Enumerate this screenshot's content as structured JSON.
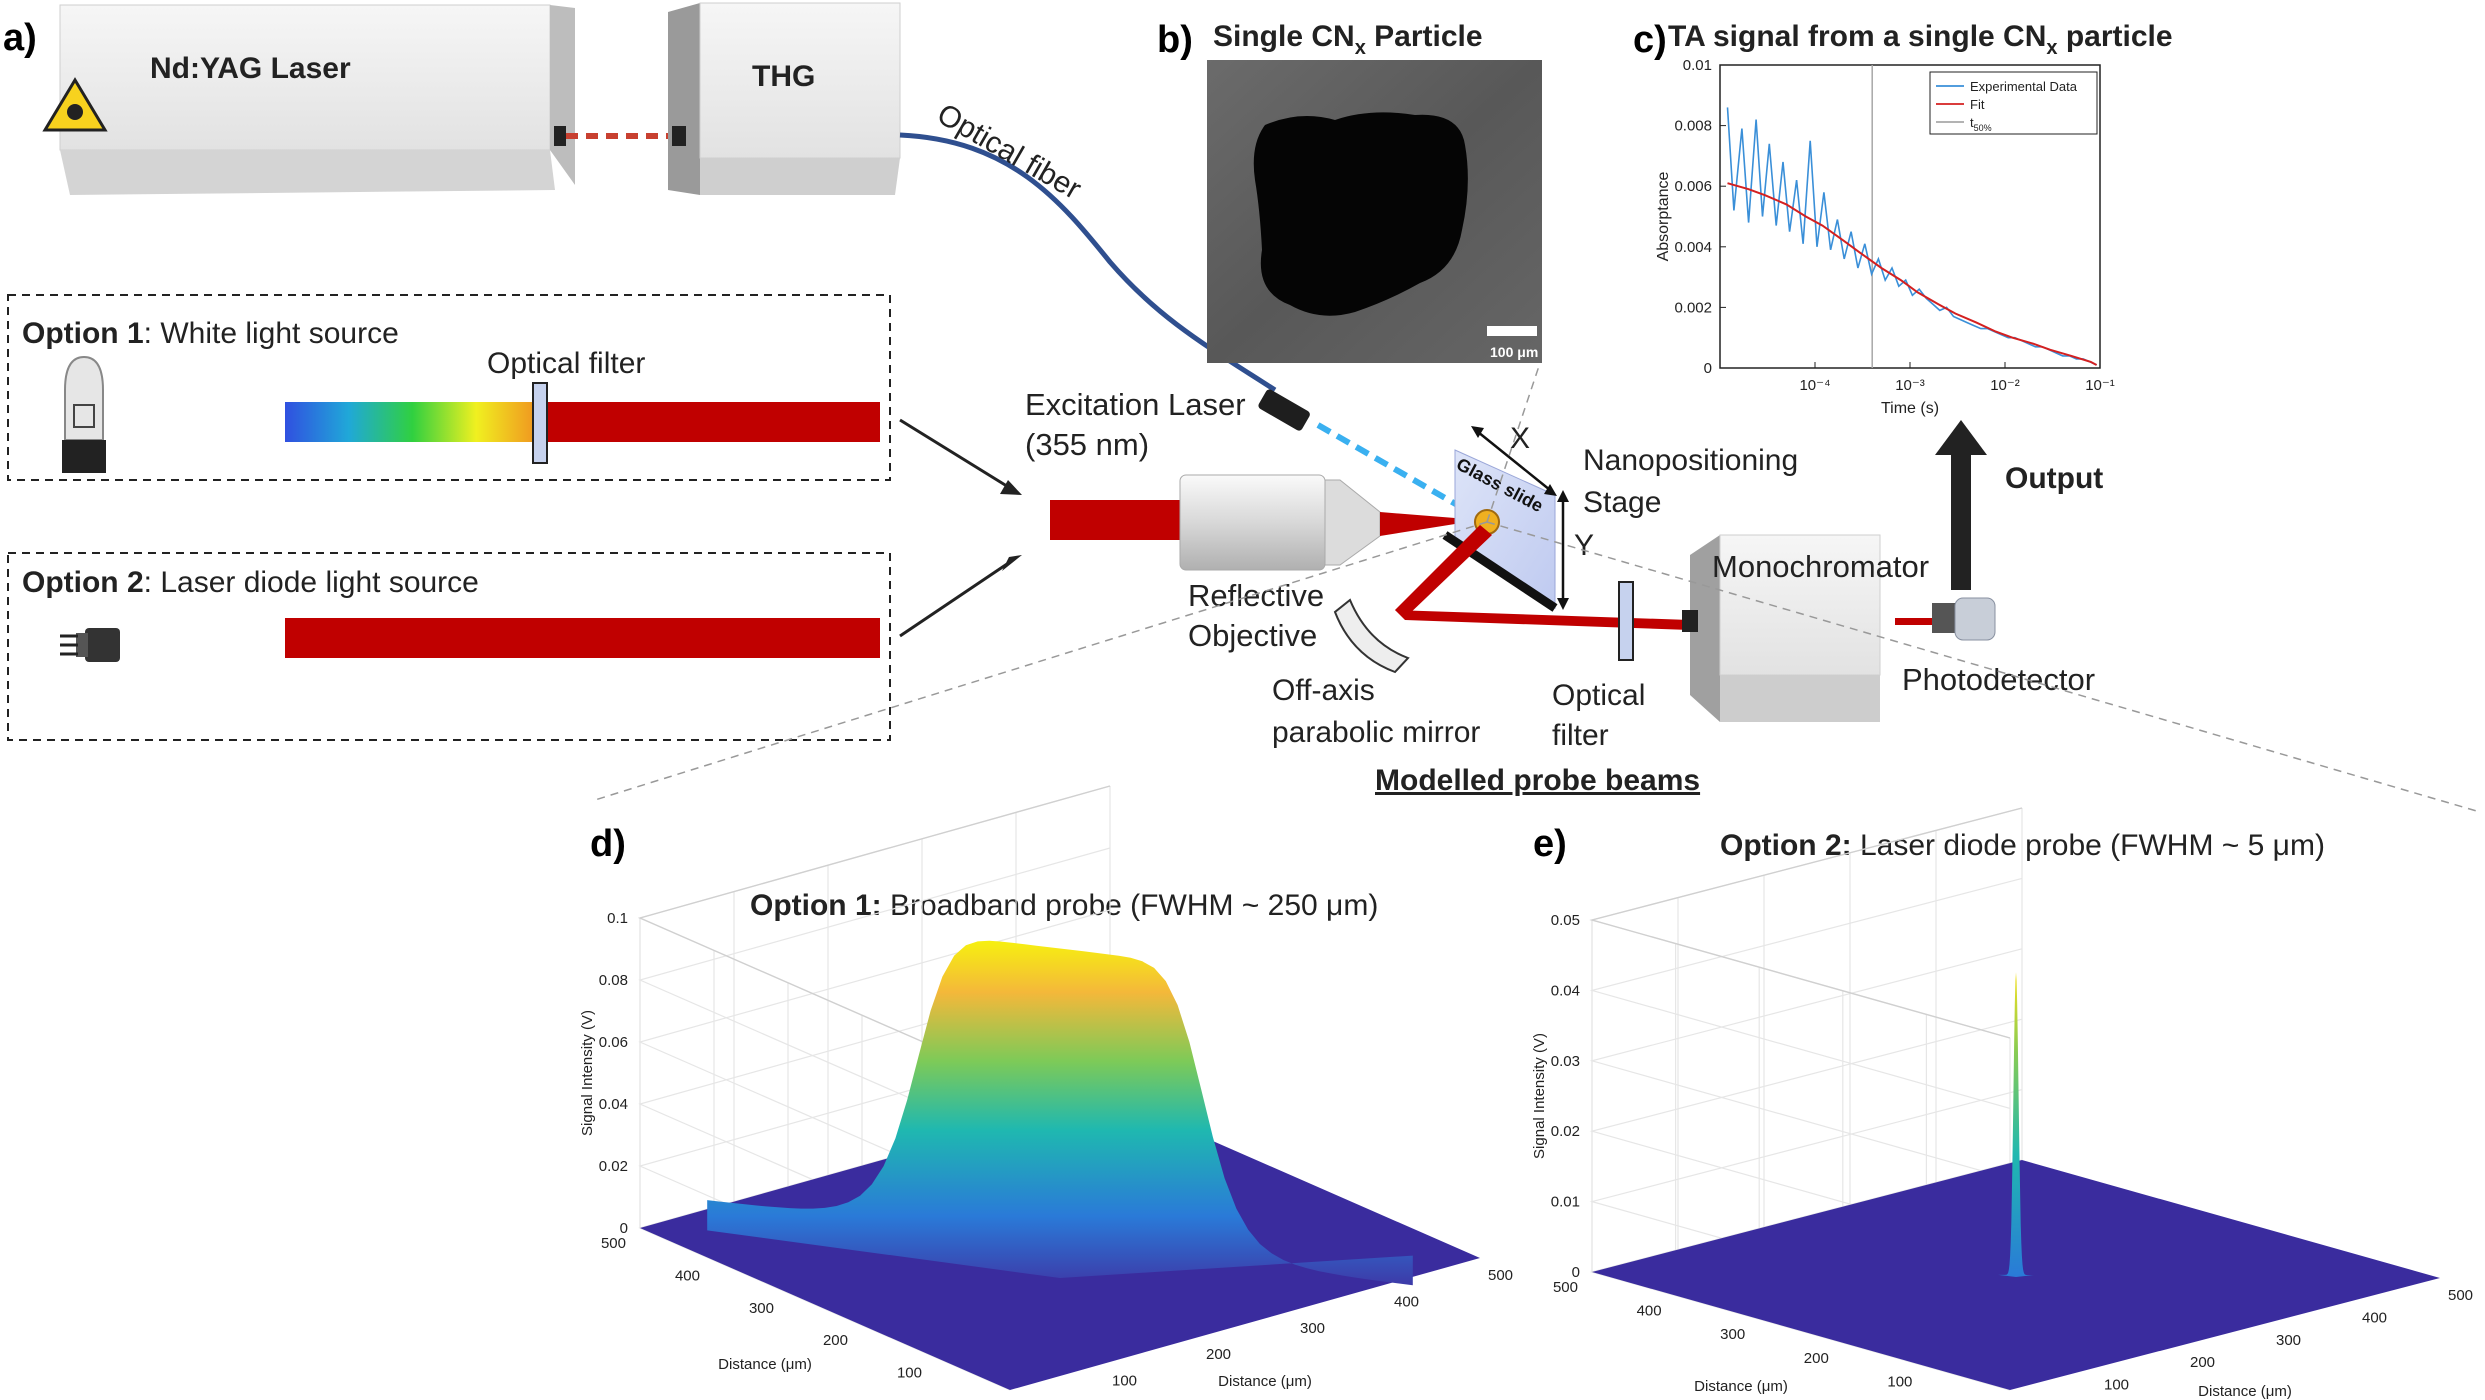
{
  "panel_a": {
    "label": "a)",
    "laser_box": "Nd:YAG Laser",
    "thg_box": "THG",
    "optical_fiber": "Optical fiber",
    "option1": {
      "label": "Option 1",
      "text": ": White light source",
      "filter_label": "Optical filter"
    },
    "option2": {
      "label": "Option 2",
      "text": ": Laser diode light source"
    },
    "excitation": {
      "line1": "Excitation Laser",
      "line2": "(355 nm)"
    },
    "reflective_objective": {
      "line1": "Reflective",
      "line2": "Objective"
    },
    "mirror": {
      "line1": "Off-axis",
      "line2": "parabolic mirror"
    },
    "glass_slide": "Glass slide",
    "x_axis": "X",
    "y_axis": "Y",
    "stage": {
      "line1": "Nanopositioning",
      "line2": "Stage"
    },
    "monochromator": "Monochromator",
    "output": "Output",
    "photodetector": "Photodetector",
    "optical_filter2": {
      "line1": "Optical",
      "line2": "filter"
    },
    "modelled": "Modelled probe beams"
  },
  "panel_b": {
    "label": "b)",
    "title_pre": "Single CN",
    "title_sub": "x",
    "title_post": " Particle",
    "scale_bar": "100 μm"
  },
  "panel_c": {
    "label": "c)",
    "title_pre": "TA signal from a single  CN",
    "title_sub": "x",
    "title_post": " particle",
    "legend": [
      "Experimental Data",
      "Fit",
      "t"
    ],
    "legend_t_sub": "50%"
  },
  "panel_d": {
    "label": "d)",
    "title_bold": "Option 1:",
    "title_rest": " Broadband probe (FWHM ~ 250 μm)"
  },
  "panel_e": {
    "label": "e)",
    "title_bold": "Option 2:",
    "title_rest": " Laser diode probe (FWHM ~ 5 μm)"
  },
  "colors": {
    "beam_red": "#c00000",
    "fiber_blue": "#2f4f8f",
    "exp_blue": "#3a8fd8",
    "fit_red": "#d42020",
    "surface_base": "#3a2c9e"
  },
  "chart_data": [
    {
      "type": "line",
      "title": "TA signal from a single  CNx particle",
      "xlabel": "Time (s)",
      "ylabel": "Absorptance",
      "xscale": "log",
      "xlim": [
        1e-05,
        0.1
      ],
      "ylim": [
        0,
        0.01
      ],
      "xticks": [
        0.0001,
        0.001,
        0.01,
        0.1
      ],
      "xtick_labels": [
        "10⁻⁴",
        "10⁻³",
        "10⁻²",
        "10⁻¹"
      ],
      "yticks": [
        0,
        0.002,
        0.004,
        0.006,
        0.008,
        0.01
      ],
      "ytick_labels": [
        "0",
        "0.002",
        "0.004",
        "0.006",
        "0.008",
        "0.01"
      ],
      "t50": 0.0004,
      "legend_position": "top-right",
      "series": [
        {
          "name": "Experimental Data",
          "x": [
            1.2e-05,
            1.4e-05,
            1.7e-05,
            2e-05,
            2.4e-05,
            2.8e-05,
            3.3e-05,
            3.9e-05,
            4.6e-05,
            5.4e-05,
            6.4e-05,
            7.5e-05,
            8.9e-05,
            0.000105,
            0.000124,
            0.000146,
            0.000172,
            0.000203,
            0.00024,
            0.000283,
            0.000334,
            0.000394,
            0.000465,
            0.000548,
            0.000647,
            0.000763,
            0.0009,
            0.00106,
            0.00125,
            0.00148,
            0.00175,
            0.00206,
            0.00243,
            0.00287,
            0.00338,
            0.00399,
            0.00471,
            0.00556,
            0.00656,
            0.00774,
            0.00913,
            0.0108,
            0.0127,
            0.015,
            0.0177,
            0.0209,
            0.0247,
            0.0291,
            0.0343,
            0.0405,
            0.0478,
            0.0564,
            0.0666,
            0.0786,
            0.092
          ],
          "y": [
            0.0086,
            0.0052,
            0.0079,
            0.0048,
            0.0082,
            0.005,
            0.0074,
            0.0047,
            0.0068,
            0.0045,
            0.0062,
            0.0041,
            0.0075,
            0.004,
            0.0058,
            0.0039,
            0.0049,
            0.0036,
            0.0045,
            0.0033,
            0.0041,
            0.0031,
            0.0036,
            0.0029,
            0.0033,
            0.0027,
            0.0029,
            0.0024,
            0.0026,
            0.0023,
            0.0021,
            0.0019,
            0.002,
            0.0017,
            0.0016,
            0.0015,
            0.0014,
            0.0013,
            0.0013,
            0.0012,
            0.0011,
            0.001,
            0.001,
            0.0009,
            0.0008,
            0.0007,
            0.0007,
            0.0006,
            0.0005,
            0.0004,
            0.0004,
            0.0003,
            0.0003,
            0.0002,
            0.0001
          ]
        },
        {
          "name": "Fit",
          "x": [
            1.2e-05,
            2e-05,
            3e-05,
            5e-05,
            8e-05,
            0.00012,
            0.0002,
            0.0003,
            0.0005,
            0.0008,
            0.0012,
            0.002,
            0.003,
            0.005,
            0.008,
            0.012,
            0.02,
            0.03,
            0.05,
            0.08,
            0.092
          ],
          "y": [
            0.0061,
            0.0059,
            0.0057,
            0.0054,
            0.005,
            0.0047,
            0.0042,
            0.0038,
            0.0033,
            0.0029,
            0.0025,
            0.0021,
            0.0018,
            0.0015,
            0.0012,
            0.001,
            0.0008,
            0.0006,
            0.0004,
            0.0002,
            0.0001
          ]
        }
      ]
    },
    {
      "type": "surface",
      "title": "Option 1: Broadband probe (FWHM ~ 250 μm)",
      "xlabel": "Distance (μm)",
      "ylabel": "Distance (μm)",
      "zlabel": "Signal Intensity (V)",
      "xlim": [
        0,
        500
      ],
      "ylim": [
        0,
        500
      ],
      "zlim": [
        0,
        0.1
      ],
      "xticks": [
        0,
        100,
        200,
        300,
        400,
        500
      ],
      "yticks": [
        0,
        100,
        200,
        300,
        400,
        500
      ],
      "zticks": [
        0,
        0.02,
        0.04,
        0.06,
        0.08,
        0.1
      ],
      "peak": 0.095,
      "fwhm": 250,
      "center": [
        250,
        250
      ],
      "profile": "flat-top"
    },
    {
      "type": "surface",
      "title": "Option 2: Laser diode probe (FWHM ~ 5 μm)",
      "xlabel": "Distance (μm)",
      "ylabel": "Distance (μm)",
      "zlabel": "Signal Intensity (V)",
      "xlim": [
        0,
        500
      ],
      "ylim": [
        0,
        500
      ],
      "zlim": [
        0,
        0.05
      ],
      "xticks": [
        0,
        100,
        200,
        300,
        400,
        500
      ],
      "yticks": [
        0,
        100,
        200,
        300,
        400,
        500
      ],
      "zticks": [
        0,
        0.01,
        0.02,
        0.03,
        0.04,
        0.05
      ],
      "peak": 0.043,
      "fwhm": 5,
      "center": [
        250,
        250
      ],
      "profile": "gaussian"
    }
  ]
}
